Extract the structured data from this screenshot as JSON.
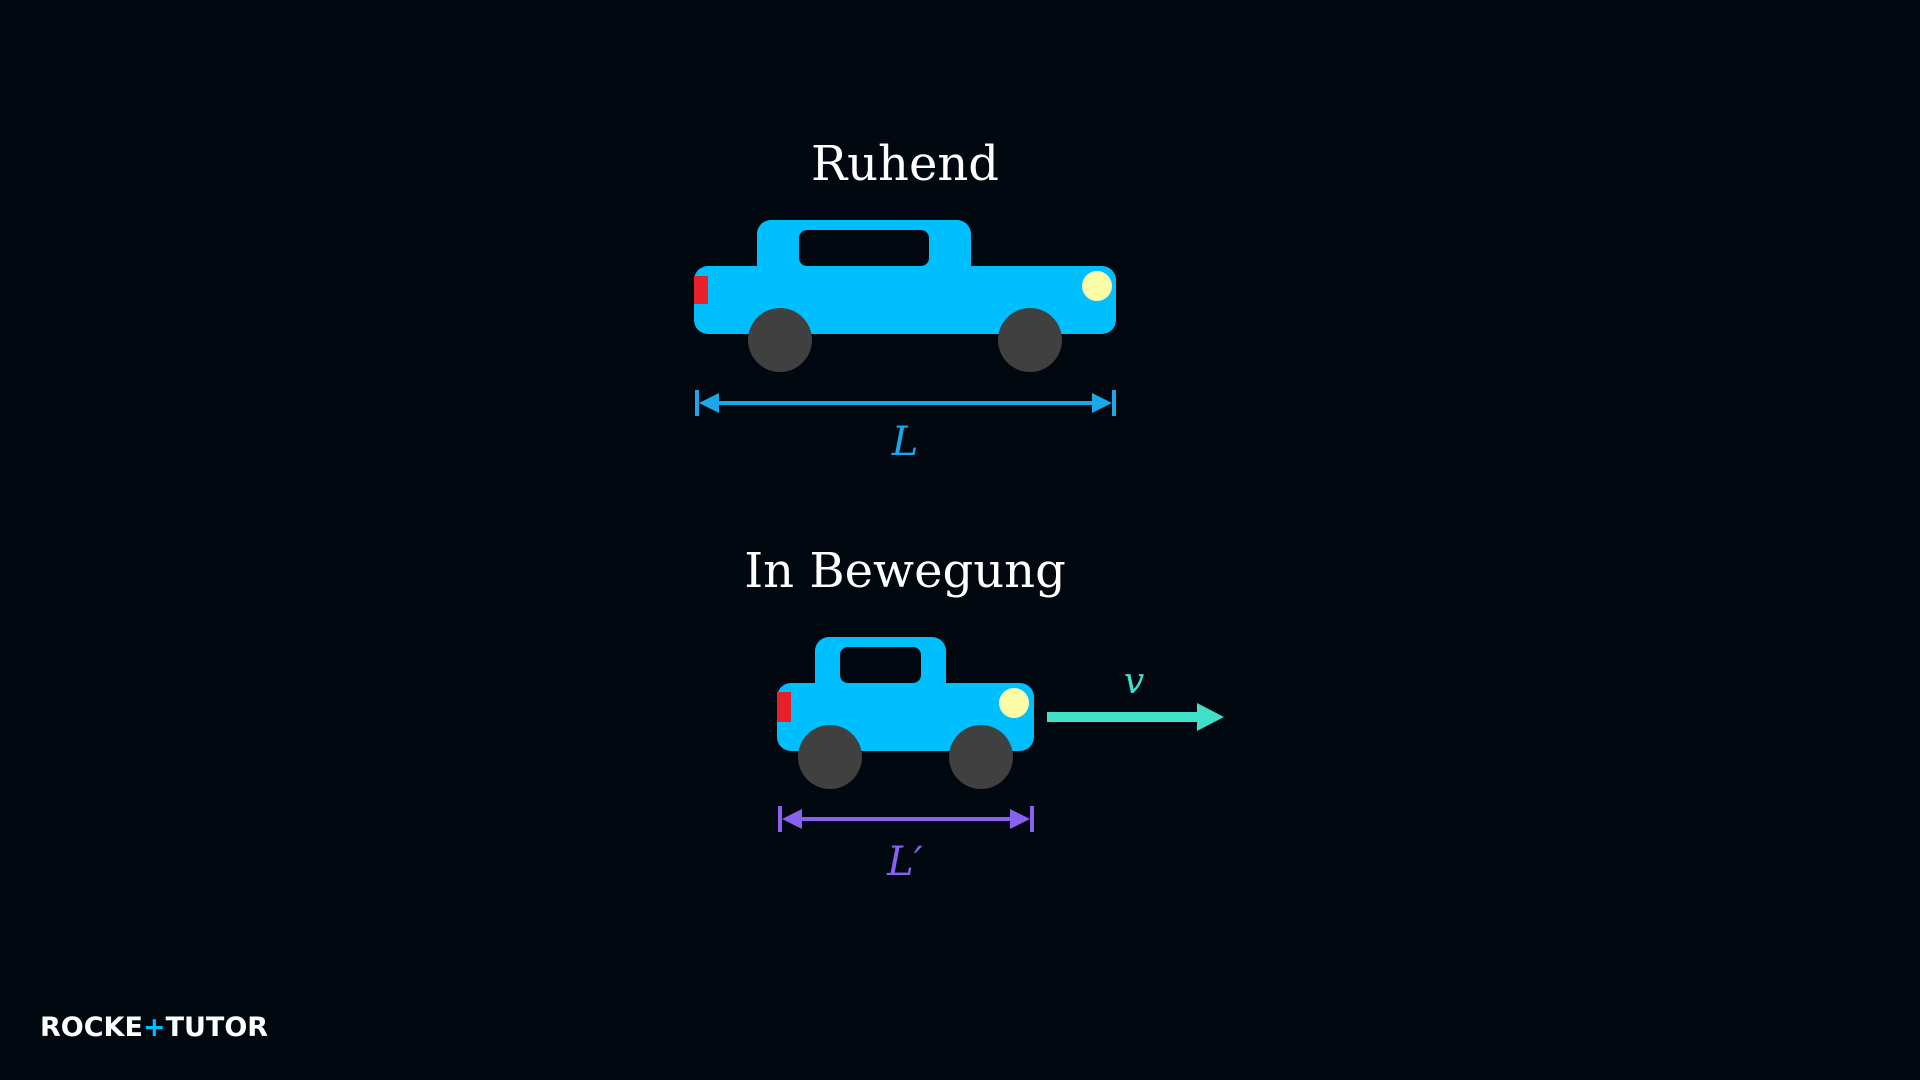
{
  "diagram": {
    "rest": {
      "title": "Ruhend",
      "length_label": "L"
    },
    "moving": {
      "title": "In Bewegung",
      "length_label": "L′",
      "velocity_label": "v"
    }
  },
  "colors": {
    "background": "#020810",
    "car_body": "#00bfff",
    "wheel": "#404040",
    "headlight": "#fcfca8",
    "taillight": "#e8202a",
    "length_rest": "#1aa8e8",
    "length_moving": "#8a60f0",
    "velocity": "#40e0c8",
    "window": "#020810"
  },
  "logo": {
    "part1": "ROCKE",
    "plus": "+",
    "part2": "TUTO",
    "part3": "R"
  }
}
